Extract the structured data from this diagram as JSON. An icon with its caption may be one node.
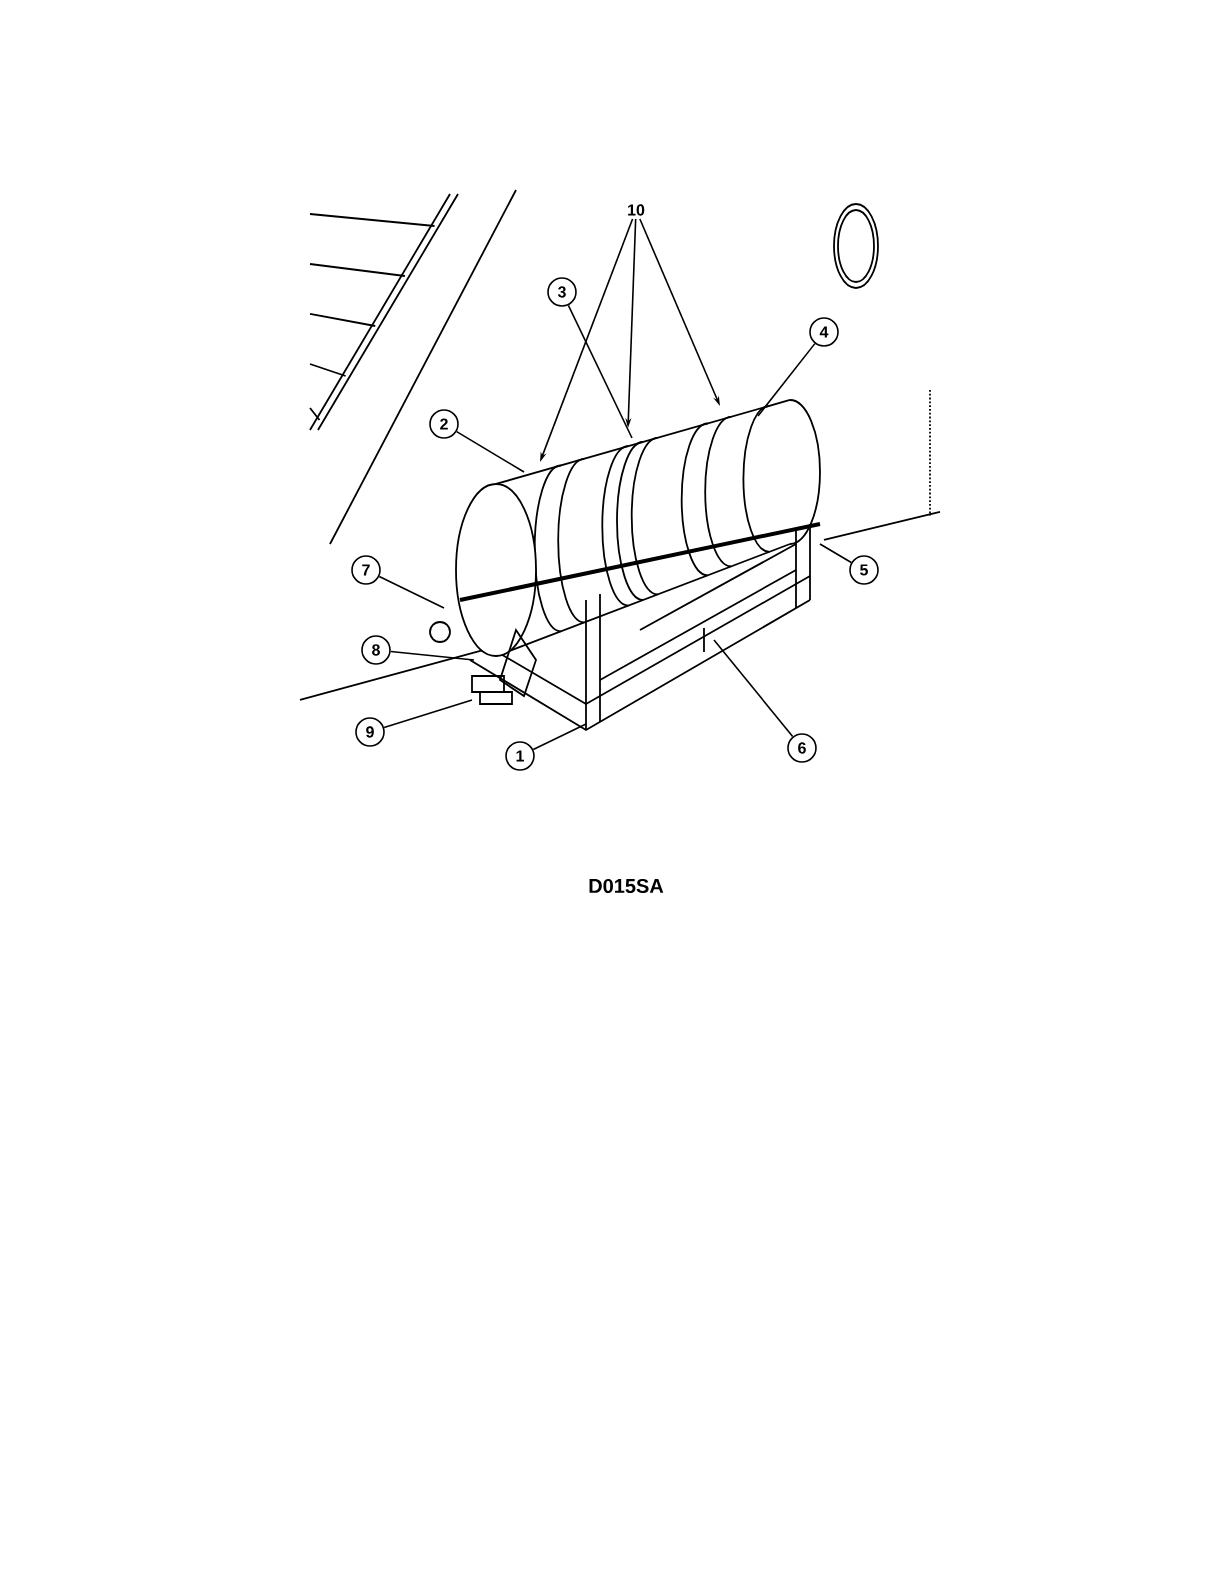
{
  "diagram": {
    "caption": "D015SA",
    "nodes": [
      {
        "text": [
          "10"
        ]
      },
      {
        "text": [
          "3"
        ]
      },
      {
        "text": [
          "4"
        ]
      },
      {
        "text": [
          "2"
        ]
      },
      {
        "text": [
          "7"
        ]
      },
      {
        "text": [
          "5"
        ]
      },
      {
        "text": [
          "8"
        ]
      },
      {
        "text": [
          "9"
        ]
      },
      {
        "text": [
          "6"
        ]
      },
      {
        "text": [
          "1"
        ]
      }
    ],
    "edges": [
      {
        "from": 0,
        "to": null,
        "arrow": "to"
      },
      {
        "from": 0,
        "to": null,
        "arrow": "to"
      },
      {
        "from": 0,
        "to": null,
        "arrow": "to"
      },
      {
        "from": 1,
        "to": null,
        "arrow": "none"
      },
      {
        "from": 2,
        "to": null,
        "arrow": "none"
      },
      {
        "from": 3,
        "to": null,
        "arrow": "none"
      },
      {
        "from": 4,
        "to": null,
        "arrow": "none"
      },
      {
        "from": 5,
        "to": null,
        "arrow": "none"
      },
      {
        "from": 6,
        "to": null,
        "arrow": "none"
      },
      {
        "from": 7,
        "to": null,
        "arrow": "none"
      },
      {
        "from": 8,
        "to": null,
        "arrow": "none"
      },
      {
        "from": 9,
        "to": null,
        "arrow": "none"
      }
    ]
  }
}
